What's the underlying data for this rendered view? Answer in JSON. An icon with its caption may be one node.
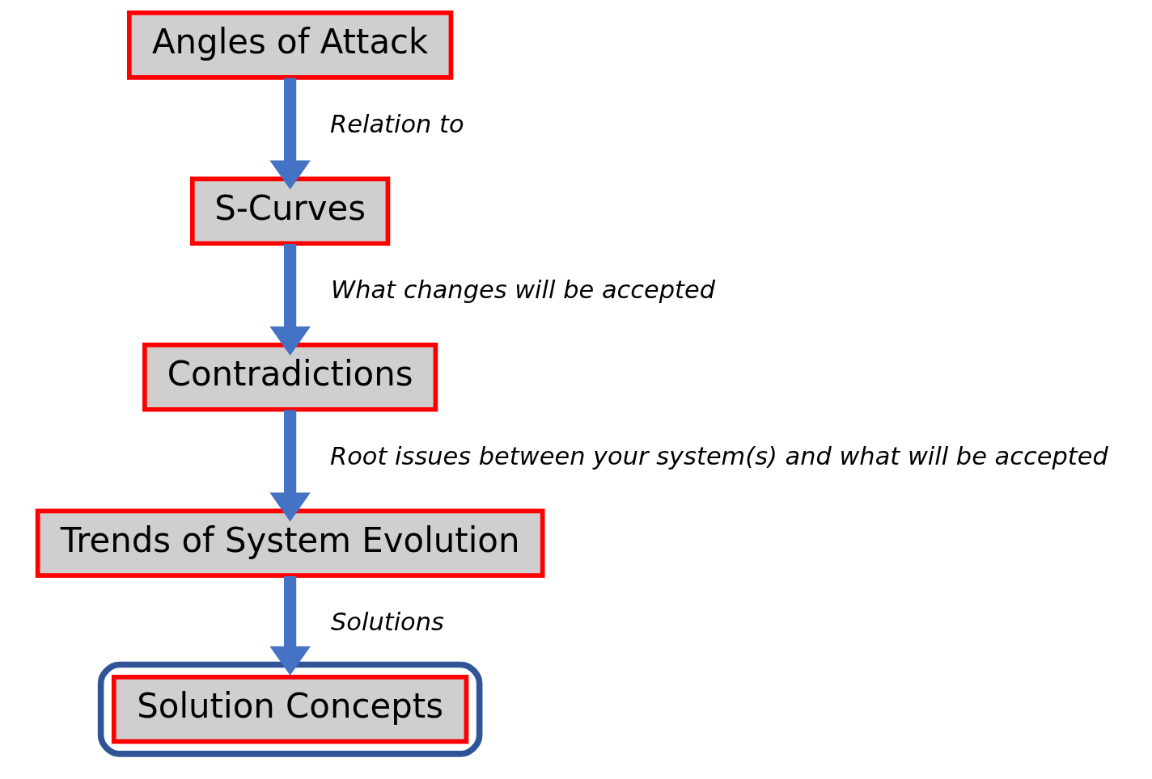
{
  "diagram": {
    "nodes": [
      {
        "text": [
          "Angles of Attack"
        ]
      },
      {
        "text": [
          "S-Curves"
        ]
      },
      {
        "text": [
          "Contradictions"
        ]
      },
      {
        "text": [
          "Trends of System Evolution"
        ]
      },
      {
        "text": [],
        "shape": "ellipse"
      },
      {
        "text": [
          "Solution Concepts"
        ],
        "in": 4
      }
    ],
    "edges": [
      {
        "from": 0,
        "to": 1,
        "arrow": "to",
        "label": "Relation to"
      },
      {
        "from": 1,
        "to": 2,
        "arrow": "to",
        "label": "What changes will be accepted"
      },
      {
        "from": 2,
        "to": 3,
        "arrow": "to",
        "label": "Root issues between your system(s) and what will be accepted"
      },
      {
        "from": 3,
        "to": 4,
        "arrow": "to",
        "label": "Solutions"
      }
    ]
  }
}
